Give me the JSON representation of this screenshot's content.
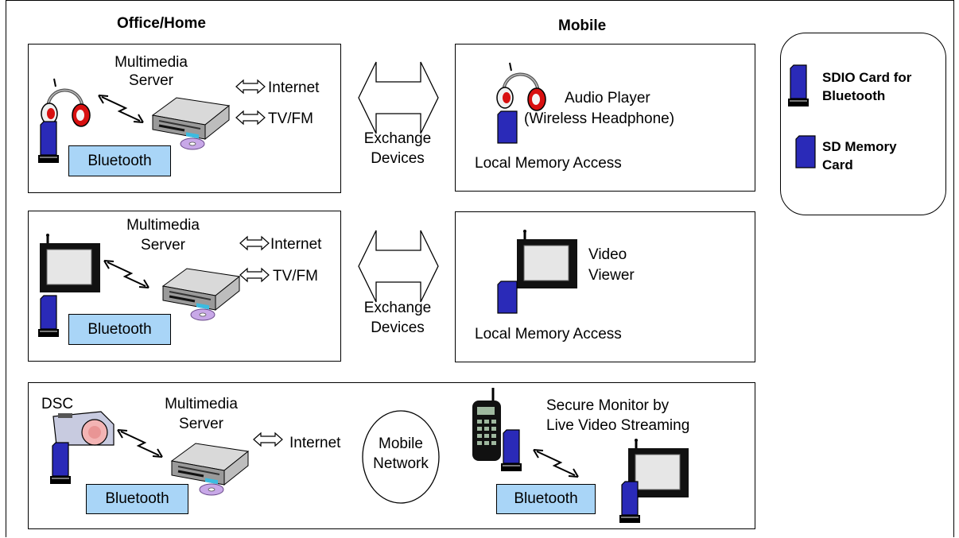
{
  "headers": {
    "left": "Office/Home",
    "right": "Mobile"
  },
  "legend": {
    "sdio": "SDIO Card for Bluetooth",
    "sdio_l1": "SDIO Card for",
    "sdio_l2": "Bluetooth",
    "sd_l1": "SD Memory",
    "sd_l2": "Card"
  },
  "row1": {
    "server_l1": "Multimedia",
    "server_l2": "Server",
    "internet": "Internet",
    "tvfm": "TV/FM",
    "bluetooth": "Bluetooth",
    "exchange_l1": "Exchange",
    "exchange_l2": "Devices",
    "player_l1": "Audio Player",
    "player_l2": "(Wireless Headphone)",
    "local": "Local Memory Access"
  },
  "row2": {
    "server_l1": "Multimedia",
    "server_l2": "Server",
    "internet": "Internet",
    "tvfm": "TV/FM",
    "bluetooth": "Bluetooth",
    "exchange_l1": "Exchange",
    "exchange_l2": "Devices",
    "viewer_l1": "Video",
    "viewer_l2": "Viewer",
    "local": "Local Memory Access"
  },
  "row3": {
    "dsc": "DSC",
    "server_l1": "Multimedia",
    "server_l2": "Server",
    "internet": "Internet",
    "network_l1": "Mobile",
    "network_l2": "Network",
    "monitor_l1": "Secure Monitor by",
    "monitor_l2": "Live Video Streaming",
    "bluetooth_left": "Bluetooth",
    "bluetooth_right": "Bluetooth"
  },
  "colors": {
    "card_blue": "#2a2ab8",
    "bluetooth_fill": "#a9d5f7",
    "headphone_red": "#d81010"
  }
}
